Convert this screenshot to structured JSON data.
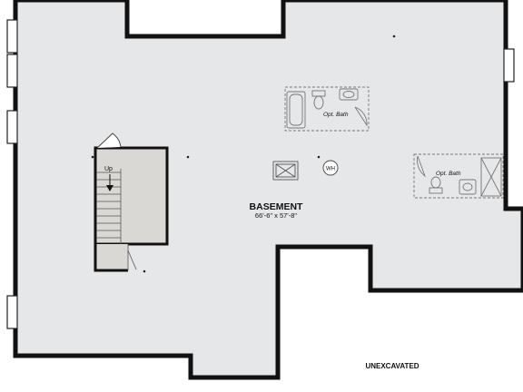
{
  "labels": {
    "room_name": "BASEMENT",
    "room_dims": "66'-6\" x 57'-8\"",
    "unexcavated": "UNEXCAVATED",
    "stair_direction": "Up",
    "opt_bath_1": "Opt. Bath",
    "opt_bath_2": "Opt. Bath",
    "water_heater": "WH"
  },
  "colors": {
    "floor_fill": "#e6e7e8",
    "wall": "#111111",
    "stair_fill": "#d9d8d4",
    "fixture_stroke": "#777777",
    "background": "#ffffff"
  }
}
